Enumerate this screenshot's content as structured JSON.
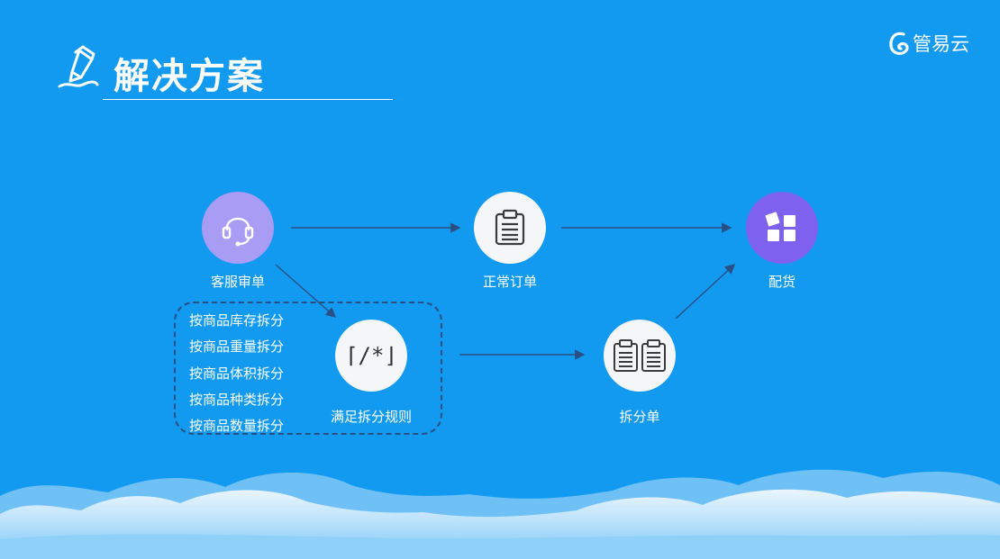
{
  "header": {
    "title": "解决方案"
  },
  "logo": {
    "text": "管易云"
  },
  "nodes": {
    "review": "客服审单",
    "normal_order": "正常订单",
    "distribution": "配货",
    "rules": "满足拆分规则",
    "split_order": "拆分单"
  },
  "rules_icon_text": "⌈/*⌋",
  "split_rules": [
    "按商品库存拆分",
    "按商品重量拆分",
    "按商品体积拆分",
    "按商品种类拆分",
    "按商品数量拆分"
  ],
  "colors": {
    "background": "#119af0",
    "node_white": "#f4f6f8",
    "node_lavender": "#a99cf5",
    "node_violet": "#7f61ef",
    "arrow": "#2a4f82"
  }
}
